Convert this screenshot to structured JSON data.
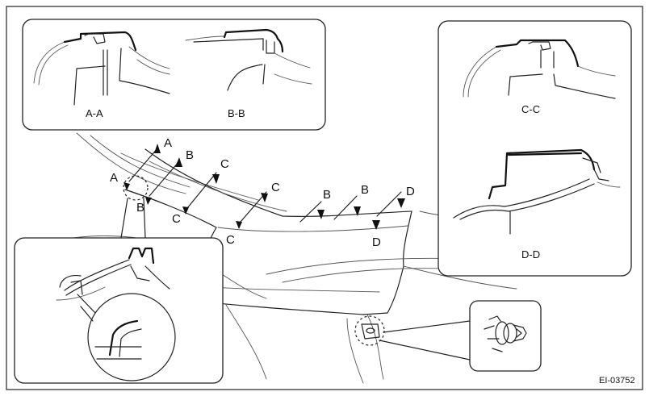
{
  "figure_id": "EI-03752",
  "detail_panels": {
    "top_left": {
      "left": "A-A",
      "right": "B-B"
    },
    "right": {
      "top": "C-C",
      "bottom": "D-D"
    }
  },
  "callouts": {
    "a_top": "A",
    "a_left": "A",
    "b_1": "B",
    "b_2": "B",
    "b_3": "B",
    "b_left": "B",
    "c_1": "C",
    "c_2": "C",
    "c_3": "C",
    "c_4": "C",
    "d_1": "D",
    "d_2": "D"
  }
}
